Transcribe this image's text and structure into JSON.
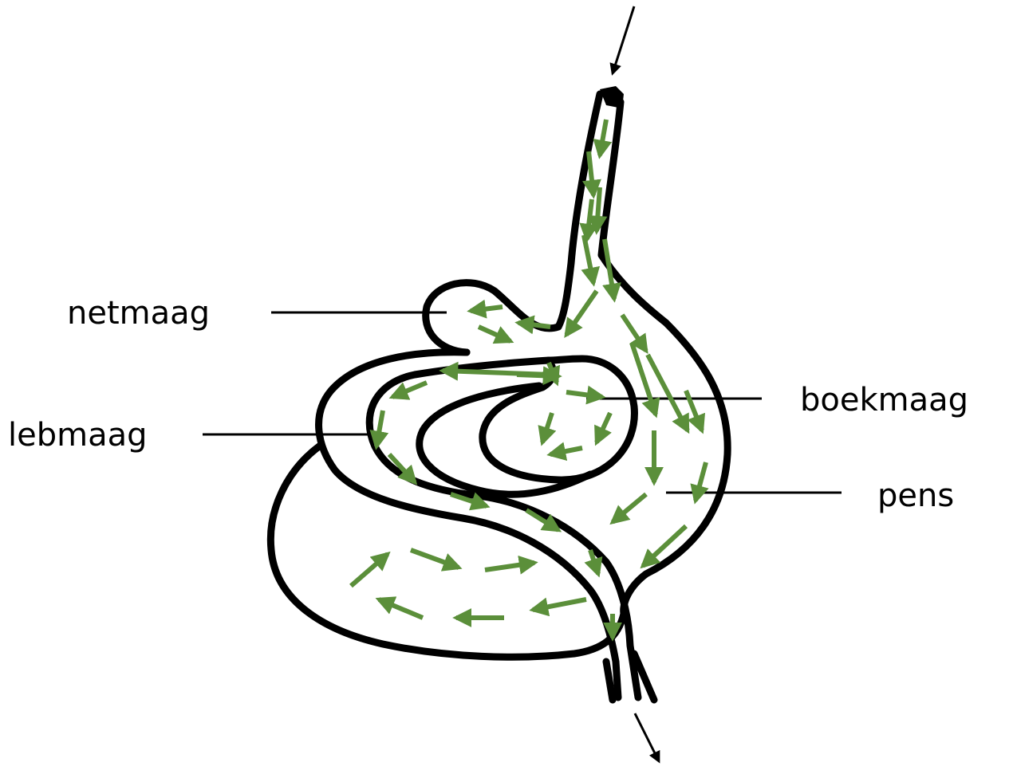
{
  "labels": {
    "netmaag": "netmaag",
    "lebmaag": "lebmaag",
    "boekmaag": "boekmaag",
    "pens": "pens"
  },
  "colors": {
    "outline": "#000000",
    "flow_arrow": "#5b8f3a",
    "flow_arrow_edge": "#2f5f1e"
  },
  "icons": {
    "inflow": "arrow-down-right-icon",
    "outflow": "arrow-down-right-icon"
  }
}
